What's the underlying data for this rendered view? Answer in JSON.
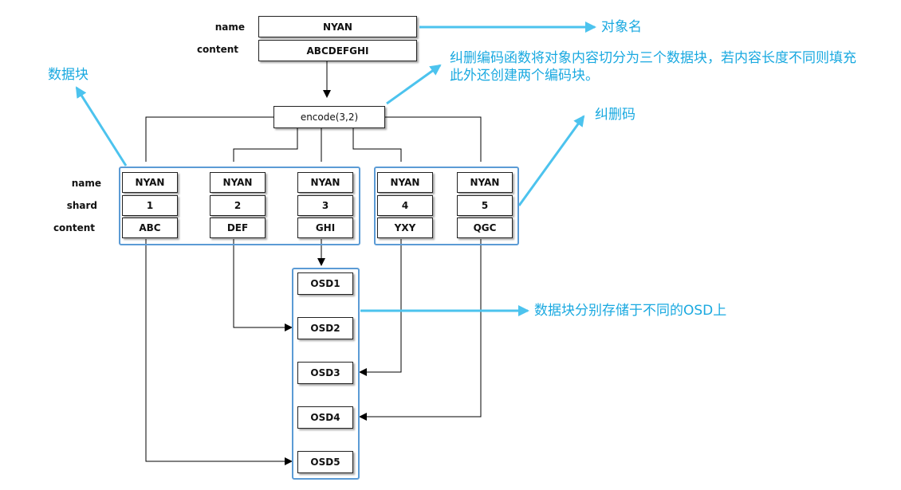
{
  "object": {
    "name_label": "name",
    "content_label": "content",
    "name": "NYAN",
    "content": "ABCDEFGHI"
  },
  "encode": {
    "label": "encode(3,2)"
  },
  "shard_labels": {
    "name": "name",
    "shard": "shard",
    "content": "content"
  },
  "shards": [
    {
      "name": "NYAN",
      "shard": "1",
      "content": "ABC"
    },
    {
      "name": "NYAN",
      "shard": "2",
      "content": "DEF"
    },
    {
      "name": "NYAN",
      "shard": "3",
      "content": "GHI"
    },
    {
      "name": "NYAN",
      "shard": "4",
      "content": "YXY"
    },
    {
      "name": "NYAN",
      "shard": "5",
      "content": "QGC"
    }
  ],
  "osds": [
    "OSD1",
    "OSD2",
    "OSD3",
    "OSD4",
    "OSD5"
  ],
  "annotations": {
    "object_name": "对象名",
    "erasure_desc_line1": "纠删编码函数将对象内容切分为三个数据块，若内容长度不同则填充",
    "erasure_desc_line2": "此外还创建两个编码块。",
    "data_chunk": "数据块",
    "erasure_code": "纠删码",
    "osd_desc": "数据块分别存储于不同的OSD上"
  },
  "colors": {
    "accent": "#1aa9e0",
    "group_border": "#5b9bd5",
    "line": "#000000"
  }
}
